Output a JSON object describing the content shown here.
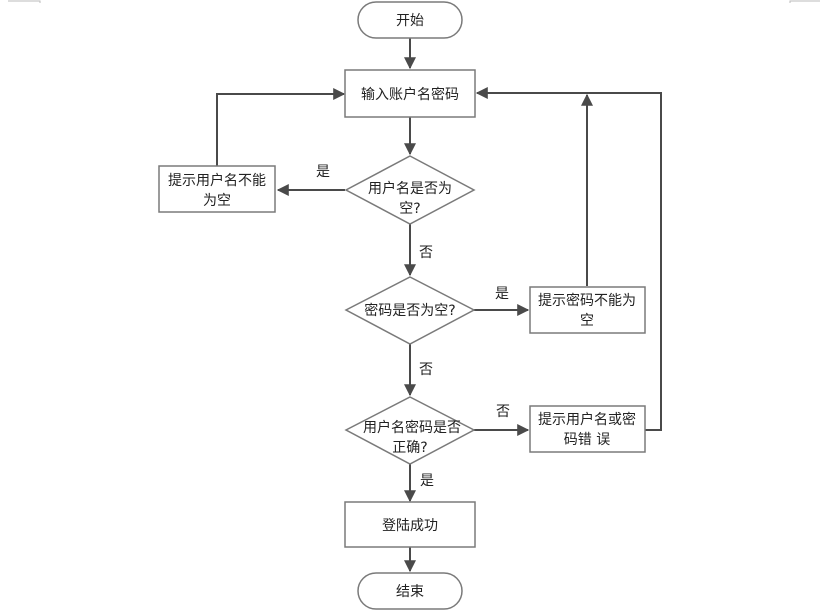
{
  "diagram": {
    "type": "flowchart",
    "nodes": {
      "start": {
        "text": [
          "开始"
        ],
        "shape": "terminal"
      },
      "input": {
        "text": [
          "输入账户名密码"
        ],
        "shape": "process"
      },
      "check_user": {
        "text": [
          "用户名是否为",
          "空?"
        ],
        "shape": "decision"
      },
      "msg_user": {
        "text": [
          "提示用户名不能",
          "为空"
        ],
        "shape": "process"
      },
      "check_pwd": {
        "text": [
          "密码是否为空?"
        ],
        "shape": "decision"
      },
      "msg_pwd": {
        "text": [
          "提示密码不能为",
          "空"
        ],
        "shape": "process"
      },
      "check_both": {
        "text": [
          "用户名密码是否",
          "正确?"
        ],
        "shape": "decision"
      },
      "msg_err": {
        "text": [
          "提示用户名或密",
          "码错 误"
        ],
        "shape": "process"
      },
      "success": {
        "text": [
          "登陆成功"
        ],
        "shape": "process"
      },
      "end": {
        "text": [
          "结束"
        ],
        "shape": "terminal"
      }
    },
    "edges": [
      {
        "from": "start",
        "to": "input",
        "label": ""
      },
      {
        "from": "input",
        "to": "check_user",
        "label": ""
      },
      {
        "from": "check_user",
        "to": "msg_user",
        "label": "是"
      },
      {
        "from": "msg_user",
        "to": "input",
        "label": ""
      },
      {
        "from": "check_user",
        "to": "check_pwd",
        "label": "否"
      },
      {
        "from": "check_pwd",
        "to": "msg_pwd",
        "label": "是"
      },
      {
        "from": "msg_pwd",
        "to": "input",
        "label": ""
      },
      {
        "from": "check_pwd",
        "to": "check_both",
        "label": "否"
      },
      {
        "from": "check_both",
        "to": "msg_err",
        "label": "否"
      },
      {
        "from": "msg_err",
        "to": "input",
        "label": ""
      },
      {
        "from": "check_both",
        "to": "success",
        "label": "是"
      },
      {
        "from": "success",
        "to": "end",
        "label": ""
      }
    ]
  }
}
